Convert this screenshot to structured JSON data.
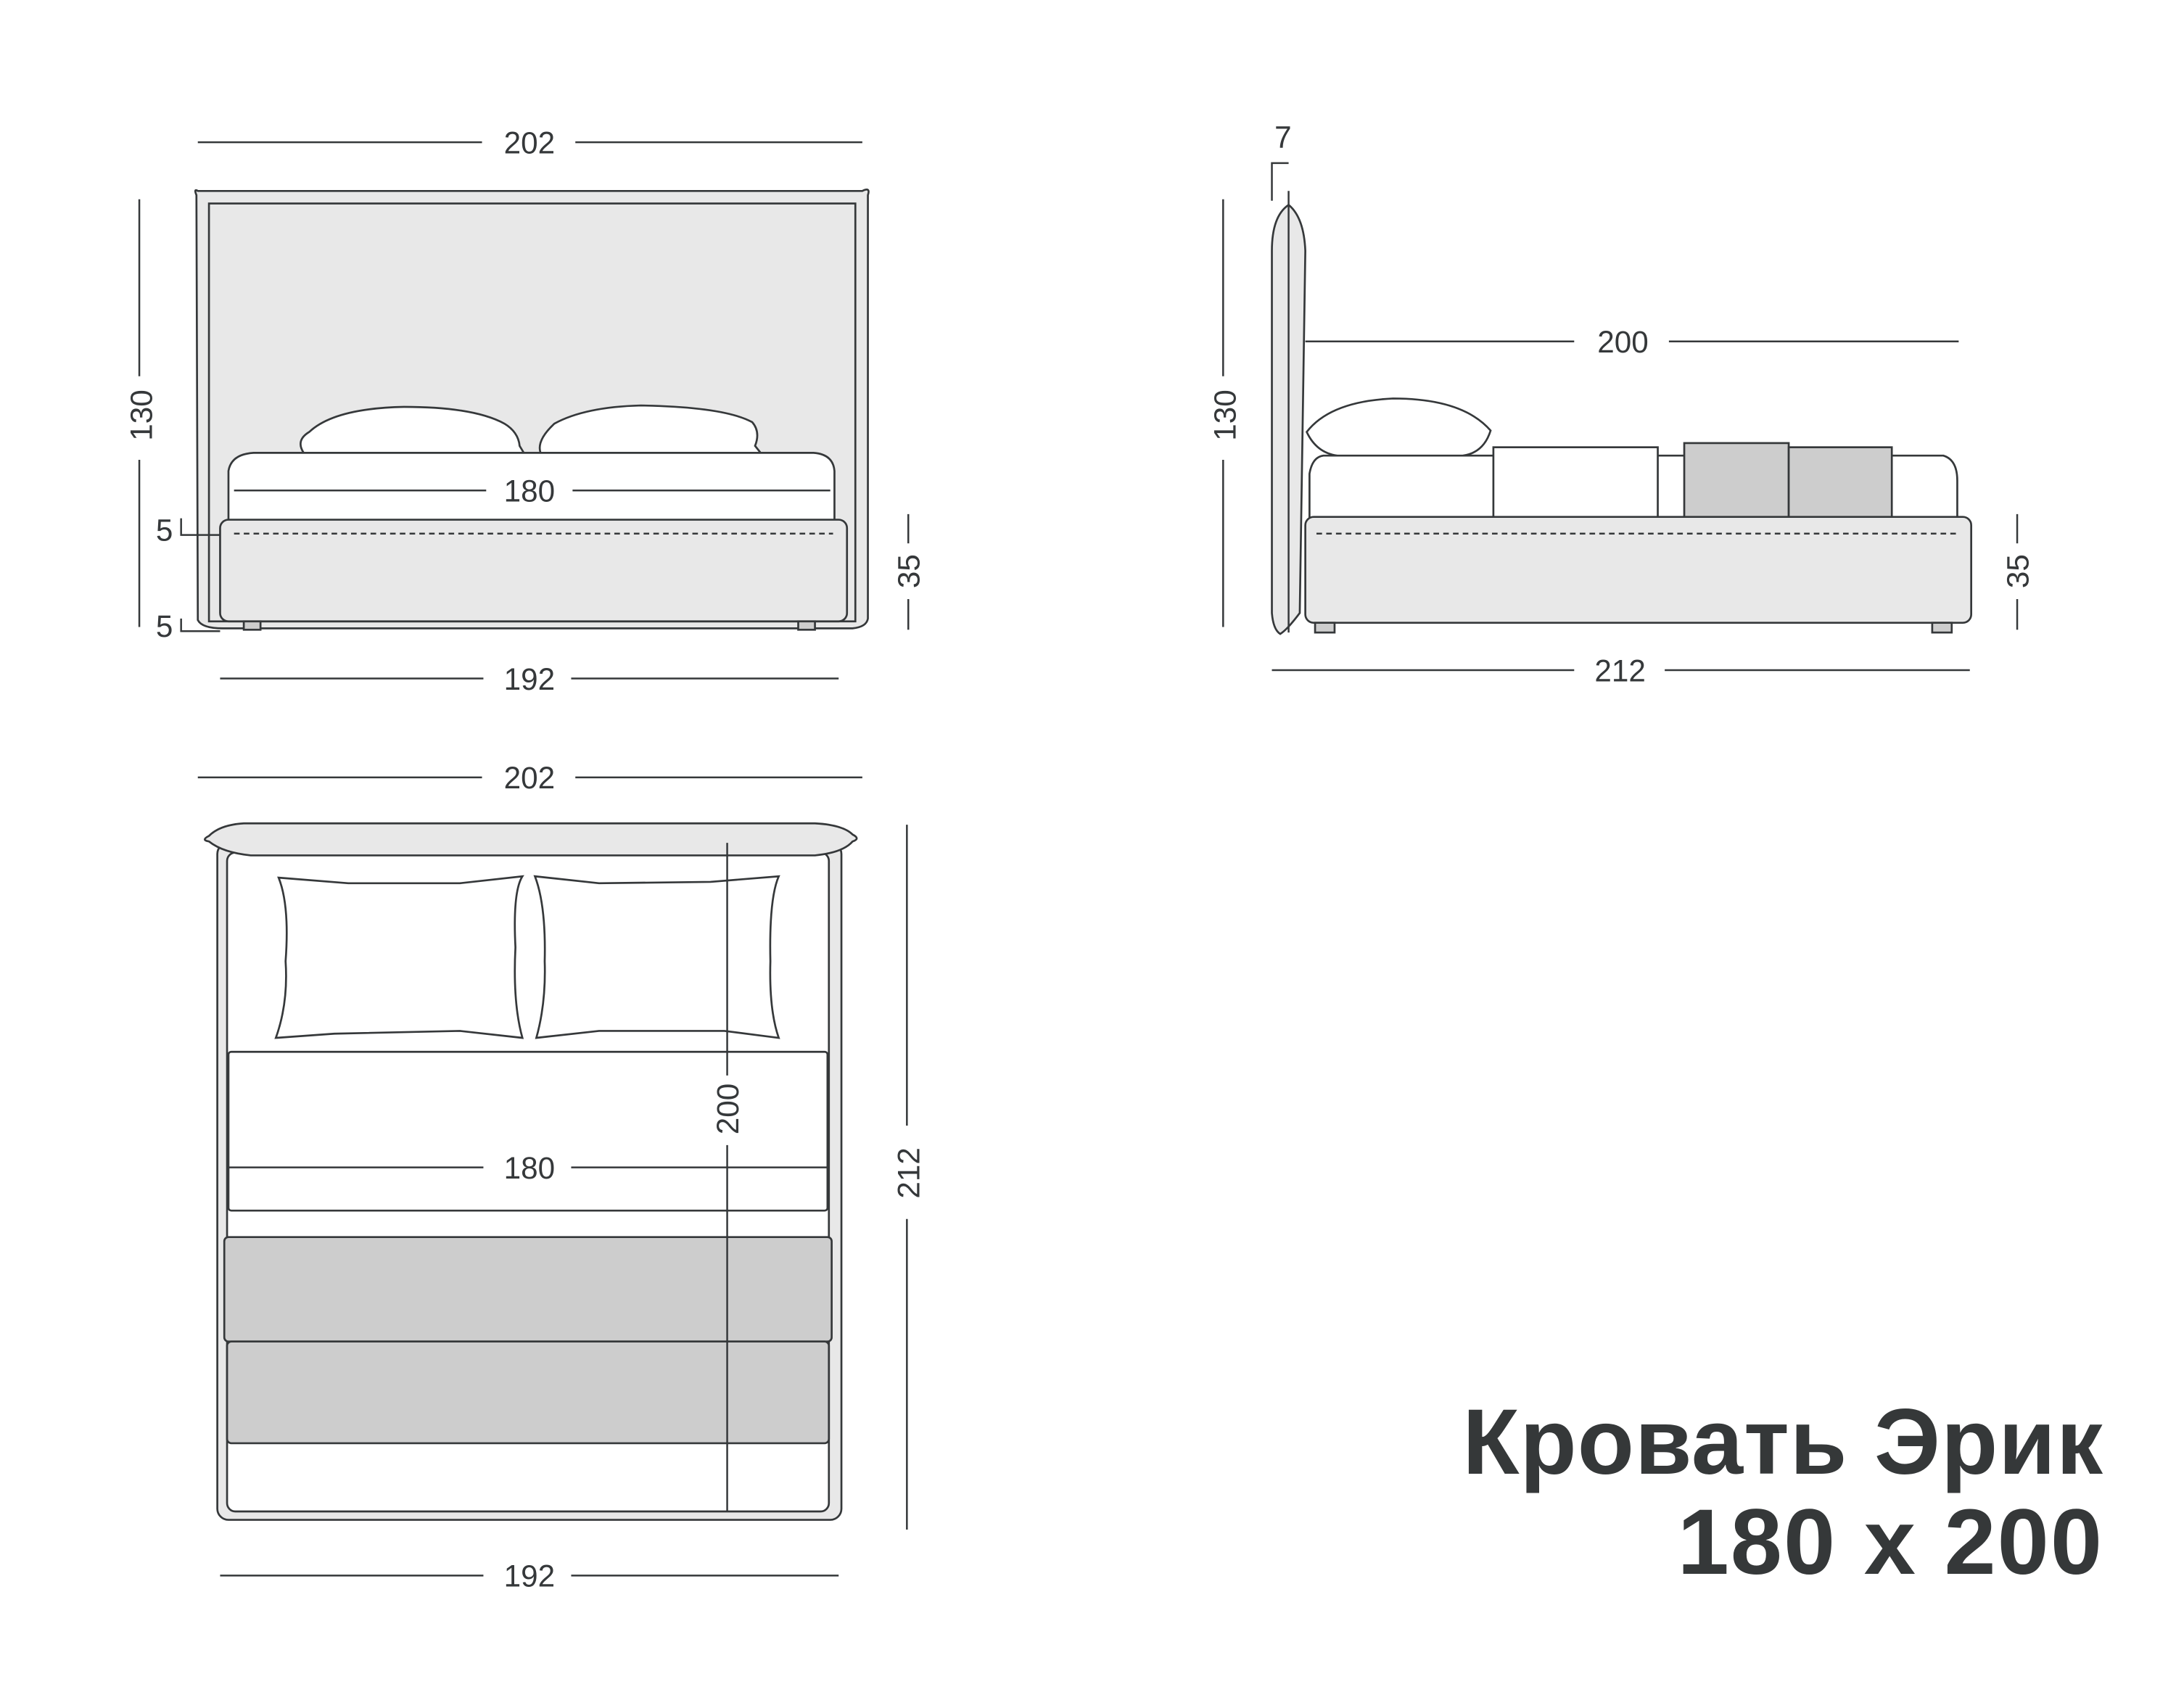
{
  "product": {
    "title_line1": "Кровать Эрик",
    "title_line2": "180 x 200"
  },
  "front_view": {
    "overall_width": "202",
    "frame_width": "192",
    "mattress_width": "180",
    "headboard_height": "130",
    "base_height": "35",
    "top_offset": "5",
    "bottom_offset": "5"
  },
  "side_view": {
    "headboard_thickness": "7",
    "headboard_height": "130",
    "mattress_length": "200",
    "base_height": "35",
    "overall_length": "212"
  },
  "top_view": {
    "overall_width": "202",
    "frame_width": "192",
    "mattress_width": "180",
    "mattress_length": "200",
    "overall_length": "212"
  },
  "colors": {
    "line": "#35383a",
    "headboard_fill": "#e8e8e8",
    "throw_fill": "#cdcdcd",
    "text": "#353839"
  }
}
